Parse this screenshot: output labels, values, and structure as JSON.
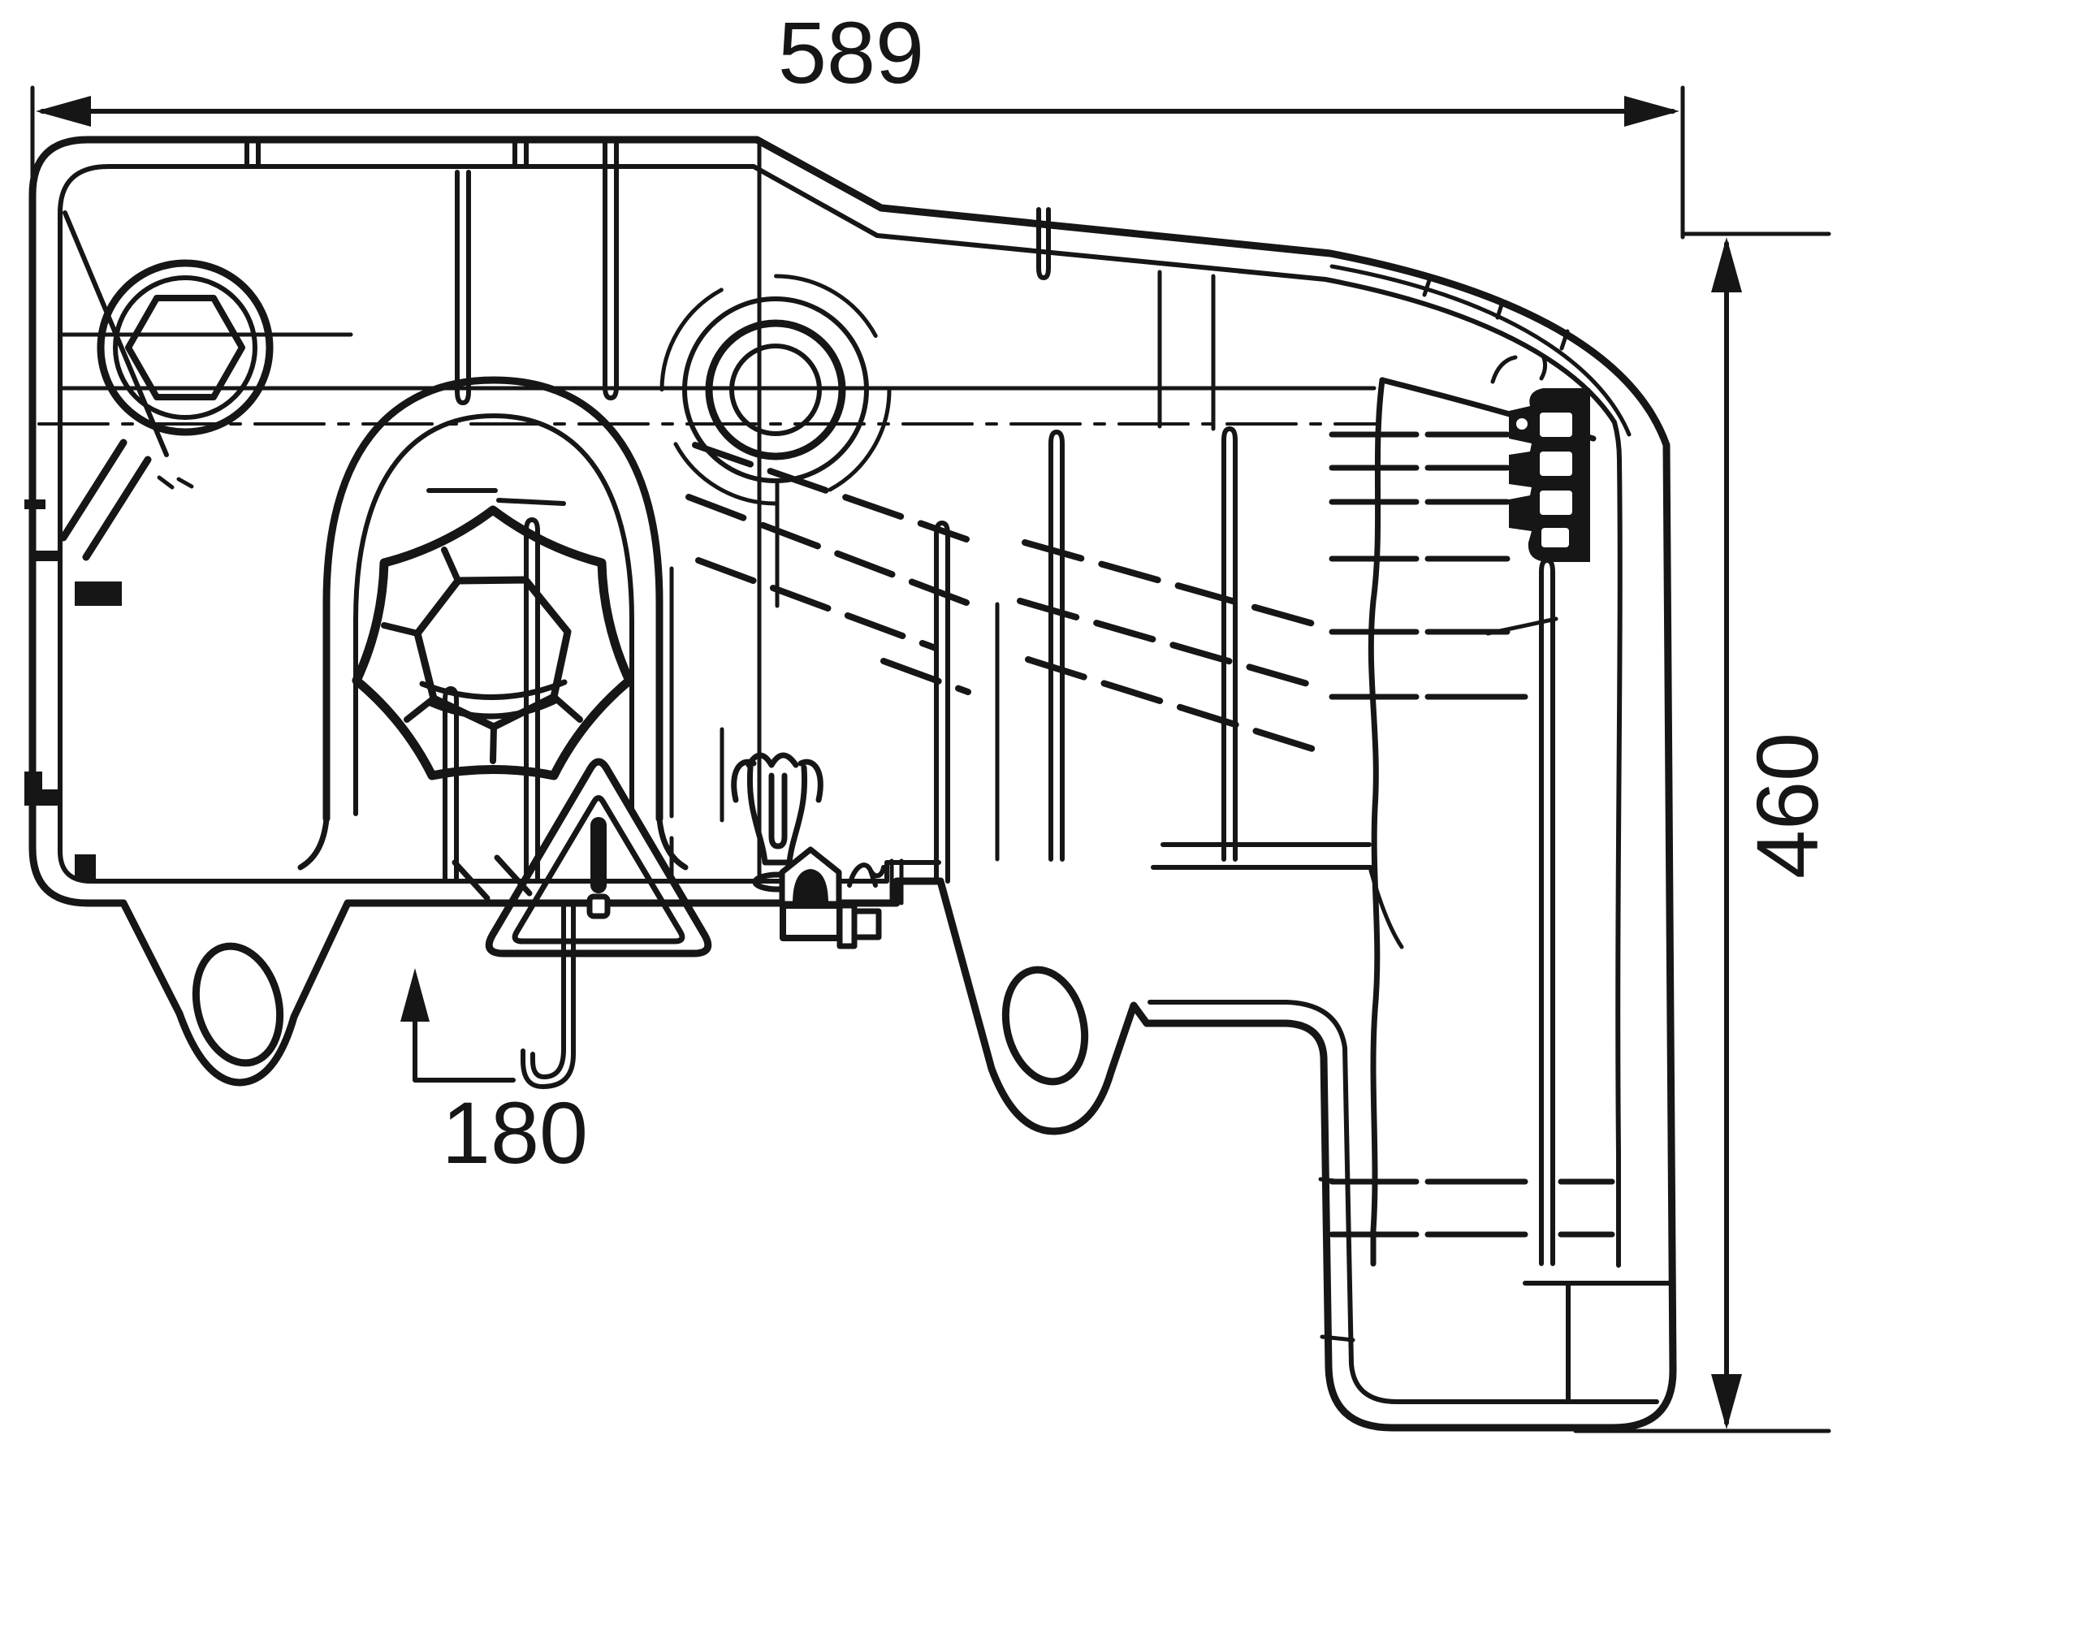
{
  "page": {
    "background_color": "#ffffff",
    "line_color": "#161616"
  },
  "drawing": {
    "kind": "technical outline drawing of coolant expansion tank",
    "dimensions": {
      "width": {
        "value": "589"
      },
      "height": {
        "value": "460"
      },
      "offset": {
        "value": "180"
      }
    }
  }
}
